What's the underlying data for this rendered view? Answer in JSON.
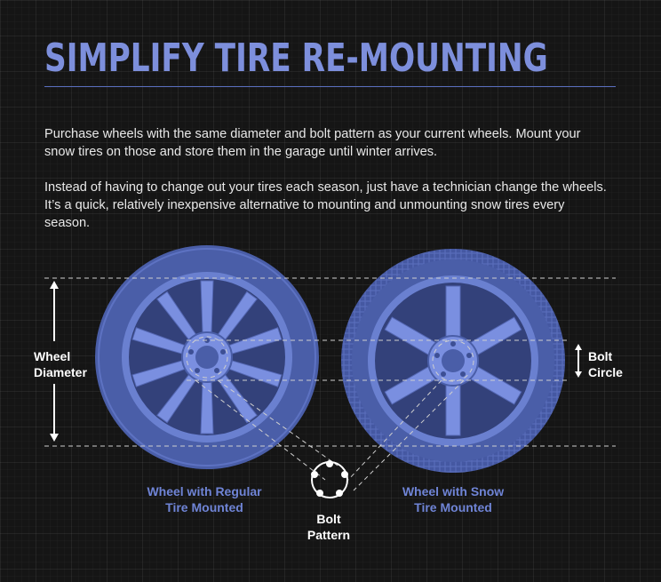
{
  "title": "SIMPLIFY TIRE RE-MOUNTING",
  "paragraphs": {
    "p1": "Purchase wheels with the same diameter and bolt pattern as your current wheels. Mount your snow tires on those and store them in the garage until winter arrives.",
    "p2": "Instead of having to change out your tires each season, just have a technician change the wheels. It’s a quick, relatively inexpensive alternative to mounting and unmounting snow tires every season."
  },
  "labels": {
    "wheel_diameter": [
      "Wheel",
      "Diameter"
    ],
    "bolt_circle": [
      "Bolt",
      "Circle"
    ],
    "bolt_pattern": [
      "Bolt",
      "Pattern"
    ],
    "regular_wheel": [
      "Wheel with Regular",
      "Tire Mounted"
    ],
    "snow_wheel": [
      "Wheel with Snow",
      "Tire Mounted"
    ]
  },
  "colors": {
    "accent": "#7d8fdc",
    "tire": "#4a5ea8",
    "rim": "#6a80d0",
    "background": "#151515",
    "text": "#e8e8e8"
  },
  "icons": {
    "diameter_arrow": "double-arrow-vertical",
    "bolt_pattern": "five-lug-pattern-icon"
  }
}
